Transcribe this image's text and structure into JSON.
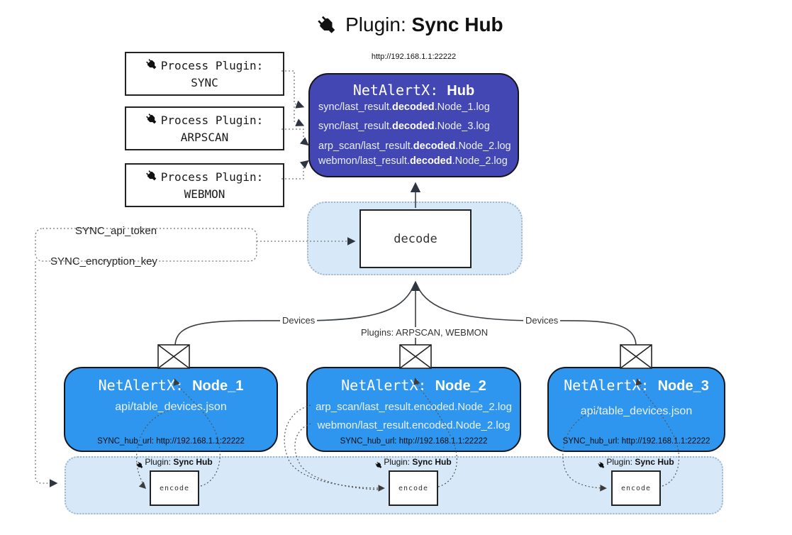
{
  "title": {
    "prefix": "Plugin:",
    "name": "Sync Hub"
  },
  "process_plugins": [
    {
      "label": "Process Plugin:",
      "name": "SYNC"
    },
    {
      "label": "Process Plugin:",
      "name": "ARPSCAN"
    },
    {
      "label": "Process Plugin:",
      "name": "WEBMON"
    }
  ],
  "hub": {
    "url": "http://192.168.1.1:22222",
    "app": "NetAlertX: ",
    "name": "Hub",
    "logs": [
      {
        "pre": "sync/last_result.",
        "bold": "decoded",
        "post": ".Node_1.log"
      },
      {
        "pre": "sync/last_result.",
        "bold": "decoded",
        "post": ".Node_3.log"
      },
      {
        "pre": "arp_scan/last_result.",
        "bold": "decoded",
        "post": ".Node_2.log"
      },
      {
        "pre": "webmon/last_result.",
        "bold": "decoded",
        "post": ".Node_2.log"
      }
    ]
  },
  "decode_box": {
    "label": "decode"
  },
  "keys": {
    "api_token": "SYNC_api_token",
    "encryption_key": "SYNC_encryption_key"
  },
  "edge_labels": {
    "devices_left": "Devices",
    "devices_right": "Devices",
    "plugins": "Plugins: ARPSCAN, WEBMON"
  },
  "nodes": [
    {
      "app": "NetAlertX: ",
      "name": "Node_1",
      "files": [
        "api/table_devices.json"
      ],
      "hub_url": "SYNC_hub_url: http://192.168.1.1:22222"
    },
    {
      "app": "NetAlertX: ",
      "name": "Node_2",
      "files": [
        "arp_scan/last_result.encoded.Node_2.log",
        "webmon/last_result.encoded.Node_2.log"
      ],
      "hub_url": "SYNC_hub_url: http://192.168.1.1:22222"
    },
    {
      "app": "NetAlertX: ",
      "name": "Node_3",
      "files": [
        "api/table_devices.json"
      ],
      "hub_url": "SYNC_hub_url: http://192.168.1.1:22222"
    }
  ],
  "encoders": [
    {
      "plugin_prefix": "Plugin: ",
      "plugin_name": "Sync Hub",
      "label": "encode"
    },
    {
      "plugin_prefix": "Plugin: ",
      "plugin_name": "Sync Hub",
      "label": "encode"
    },
    {
      "plugin_prefix": "Plugin: ",
      "plugin_name": "Sync Hub",
      "label": "encode"
    }
  ],
  "colors": {
    "hub_bg": "#4247b4",
    "node_bg": "#2e96ee",
    "panel_bg": "#d7e9f9",
    "panel_border": "#9fb6cd"
  }
}
